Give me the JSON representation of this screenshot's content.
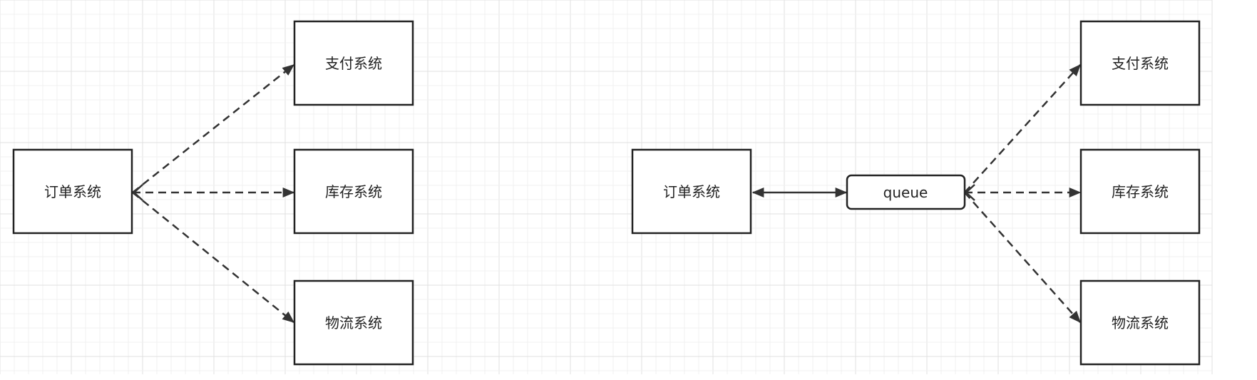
{
  "left": {
    "source": "订单系统",
    "targets": {
      "payment": "支付系统",
      "inventory": "库存系统",
      "logistics": "物流系统"
    }
  },
  "right": {
    "source": "订单系统",
    "queue": "queue",
    "targets": {
      "payment": "支付系统",
      "inventory": "库存系统",
      "logistics": "物流系统"
    }
  },
  "colors": {
    "grid_minor": "#f0f0f0",
    "grid_major": "#e0e0e0",
    "stroke": "#222222",
    "arrow": "#333333"
  }
}
